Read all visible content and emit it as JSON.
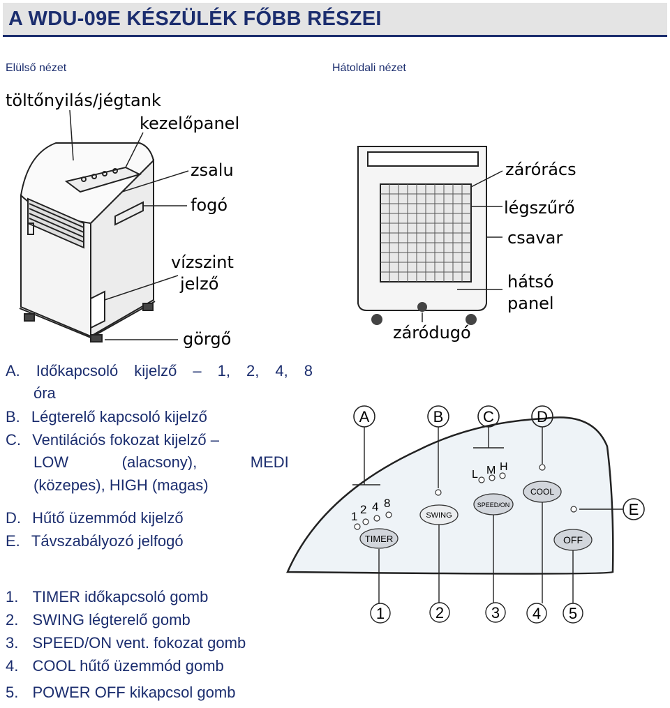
{
  "header": {
    "title": "A WDU-09E  KÉSZÜLÉK FŐBB RÉSZEI"
  },
  "views": {
    "front": "Elülső nézet",
    "rear": "Hátoldali nézet"
  },
  "front_callouts": {
    "filler": "töltőnyilás/jégtank",
    "panel": "kezelőpanel",
    "louver": "zsalu",
    "handle": "fogó",
    "level_1": "vízszint",
    "level_2": "jelző",
    "wheel": "görgő"
  },
  "rear_callouts": {
    "grille": "zárórács",
    "filter": "légszűrő",
    "screw": "csavar",
    "rear_1": "hátsó",
    "rear_2": "panel",
    "plug": "záródugó"
  },
  "legend": {
    "A": {
      "letter": "A.",
      "words": [
        "Időkapcsoló",
        "kijelző",
        "–",
        "1,",
        "2,",
        "4,",
        "8"
      ],
      "cont": "óra"
    },
    "B": {
      "letter": "B.",
      "text": "Légterelő kapcsoló kijelző"
    },
    "C": {
      "letter": "C.",
      "text": "Ventilációs fokozat kijelző –",
      "words2": [
        "LOW",
        "(alacsony),",
        "MEDIUM"
      ],
      "line3": "(közepes), HIGH (magas)"
    },
    "D": {
      "letter": "D.",
      "text": "Hűtő üzemmód kijelző"
    },
    "E": {
      "letter": "E.",
      "text": "Távszabályozó jelfogó"
    }
  },
  "buttons": [
    {
      "num": "1.",
      "text": "TIMER időkapcsoló gomb"
    },
    {
      "num": "2.",
      "text": "SWING légterelő gomb"
    },
    {
      "num": "3.",
      "text": "SPEED/ON vent. fokozat gomb"
    },
    {
      "num": "4.",
      "text": "COOL  hűtő üzemmód gomb"
    },
    {
      "num": "5.",
      "text": "POWER OFF  kikapcsol gomb"
    }
  ],
  "control_panel": {
    "markers": [
      "A",
      "B",
      "C",
      "D",
      "E"
    ],
    "numbers": [
      "1",
      "2",
      "3",
      "4",
      "5"
    ],
    "timer_hours": [
      "1",
      "2",
      "4",
      "8"
    ],
    "speeds": [
      "L",
      "M",
      "H"
    ],
    "btn_timer": "TIMER",
    "btn_swing": "SWING",
    "btn_speed": "SPEED/ON",
    "btn_cool": "COOL",
    "btn_off": "OFF"
  }
}
